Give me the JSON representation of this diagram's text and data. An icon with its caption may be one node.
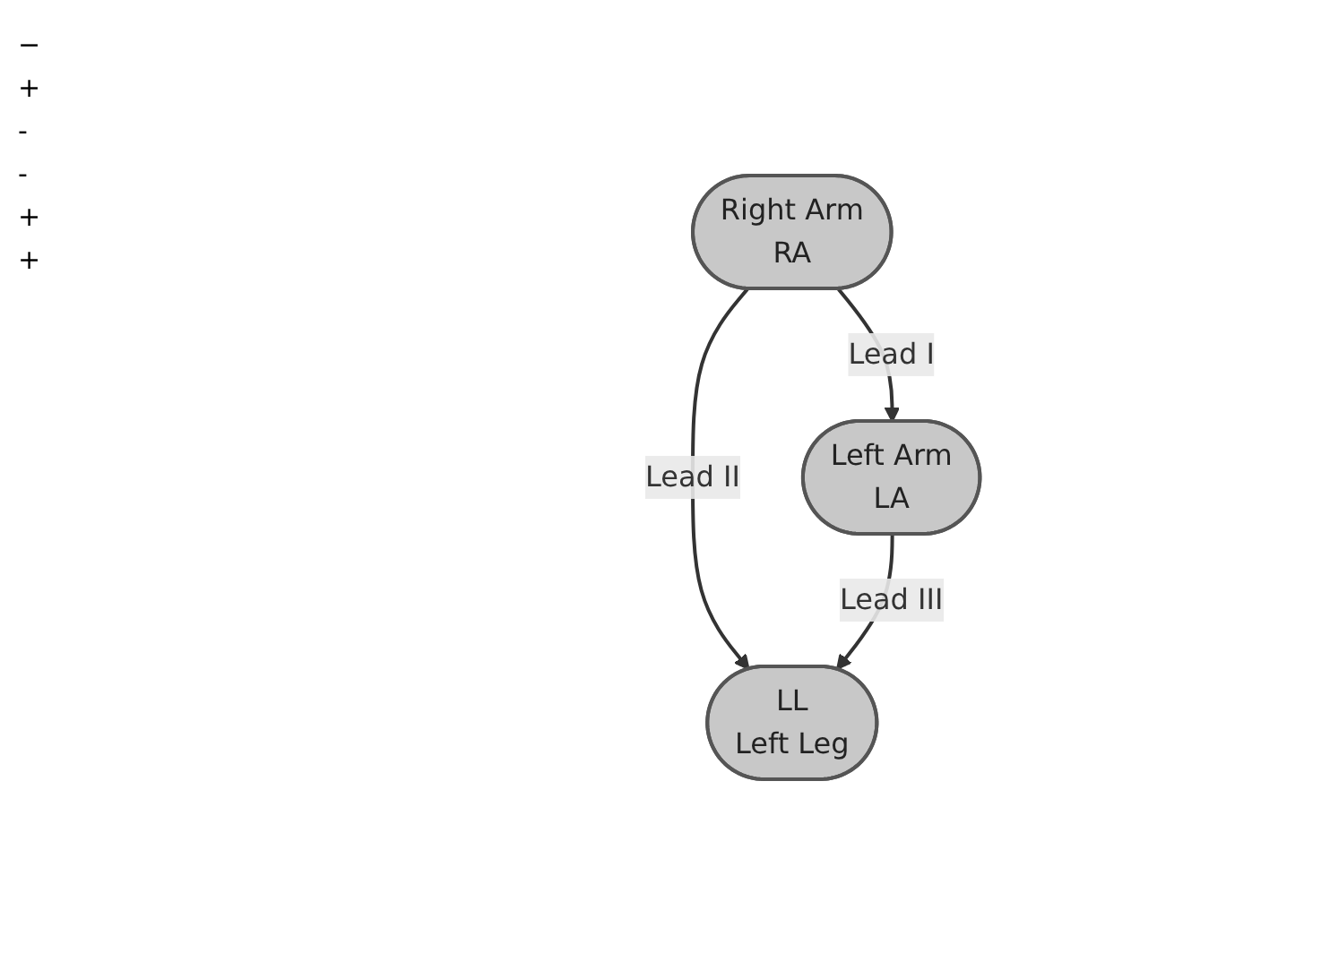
{
  "diagram": {
    "nodes": [
      {
        "text": [
          "Right Arm",
          "RA"
        ]
      },
      {
        "text": [
          "Left Arm",
          "LA"
        ]
      },
      {
        "text": [
          "LL",
          "Left Leg"
        ]
      }
    ],
    "edges": [
      {
        "from": 0,
        "to": 1,
        "arrow": "to",
        "label": "Lead I"
      },
      {
        "from": 0,
        "to": 2,
        "arrow": "to",
        "label": "Lead II"
      },
      {
        "from": 1,
        "to": 2,
        "arrow": "to",
        "label": "Lead III"
      }
    ],
    "labels": [
      "−",
      "+",
      "-",
      "-",
      "+",
      "+"
    ]
  }
}
